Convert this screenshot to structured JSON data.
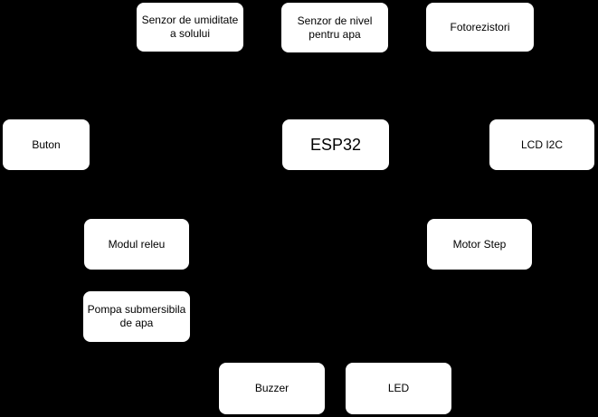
{
  "diagram": {
    "background_color": "#000000",
    "node_fill_color": "#ffffff",
    "node_border_color": "#000000",
    "text_color": "#000000",
    "nodes": {
      "soil_moisture_sensor": {
        "label": "Senzor de umiditate a solului"
      },
      "water_level_sensor": {
        "label": "Senzor de nivel pentru apa"
      },
      "photoresistors": {
        "label": "Fotorezistori"
      },
      "button": {
        "label": "Buton"
      },
      "esp32": {
        "label": "ESP32"
      },
      "lcd_i2c": {
        "label": "LCD I2C"
      },
      "relay_module": {
        "label": "Modul releu"
      },
      "stepper_motor": {
        "label": "Motor Step"
      },
      "submersible_pump": {
        "label": "Pompa submersibila de apa"
      },
      "buzzer": {
        "label": "Buzzer"
      },
      "led": {
        "label": "LED"
      }
    }
  }
}
